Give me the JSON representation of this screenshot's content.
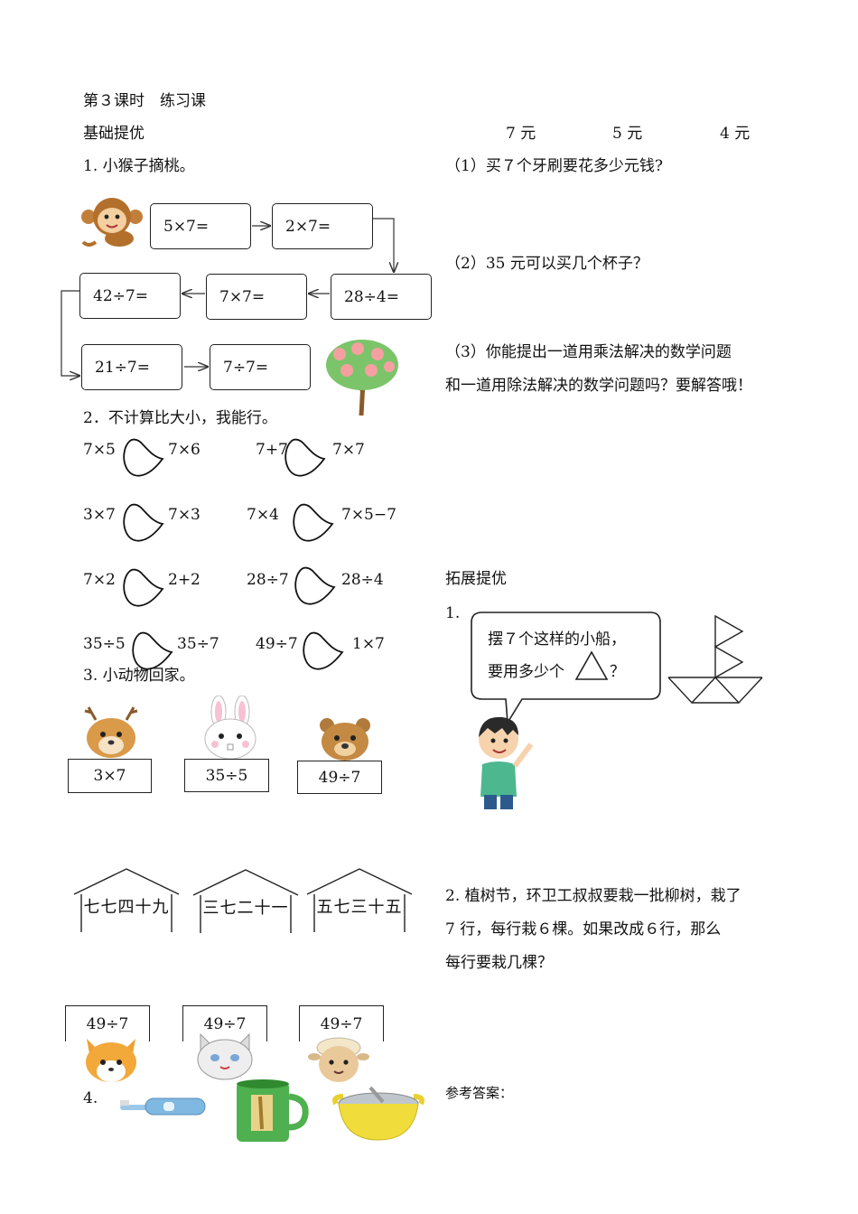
{
  "lesson": {
    "title": "第３课时　练习课",
    "section_basic": "基础提优",
    "section_ext": "拓展提优",
    "answers": "参考答案："
  },
  "q1": {
    "title": "1. 小猴子摘桃。",
    "boxes": [
      "5×7=",
      "2×7=",
      "28÷4=",
      "7×7=",
      "42÷7=",
      "21÷7=",
      "7÷7="
    ]
  },
  "q2": {
    "title": "2．不计算比大小，我能行。",
    "rows": [
      [
        "7×5",
        "7×6",
        "7+7",
        "7×7"
      ],
      [
        "3×7",
        "7×3",
        "7×4",
        "7×5−7"
      ],
      [
        "7×2",
        "2+2",
        "28÷7",
        "28÷4"
      ],
      [
        "35÷5",
        "35÷7",
        "49÷7",
        "1×7"
      ]
    ]
  },
  "q3": {
    "title": "3. 小动物回家。",
    "top_labels": [
      "3×7",
      "35÷5",
      "49÷7"
    ],
    "houses": [
      "七七四十九",
      "三七二十一",
      "五七三十五"
    ],
    "bottom_labels": [
      "49÷7",
      "49÷7",
      "49÷7"
    ]
  },
  "q4": {
    "title": "4.",
    "prices": [
      "7 元",
      "5 元",
      "4 元"
    ],
    "sub1": "（1）买７个牙刷要花多少元钱?",
    "sub2": "（2）35 元可以买几个杯子？",
    "sub3_line1": "（3）你能提出一道用乘法解决的数学问题",
    "sub3_line2": "和一道用除法解决的数学问题吗？要解答哦！"
  },
  "ext1": {
    "title": "1.",
    "bubble_line1": "摆７个这样的小船，",
    "bubble_line2a": "要用多少个",
    "bubble_line2b": "？"
  },
  "ext2": {
    "line1": "2. 植树节，环卫工叔叔要栽一批柳树，栽了",
    "line2": "7 行，每行栽６棵。如果改成６行，那么",
    "line3": "每行要栽几棵？"
  }
}
